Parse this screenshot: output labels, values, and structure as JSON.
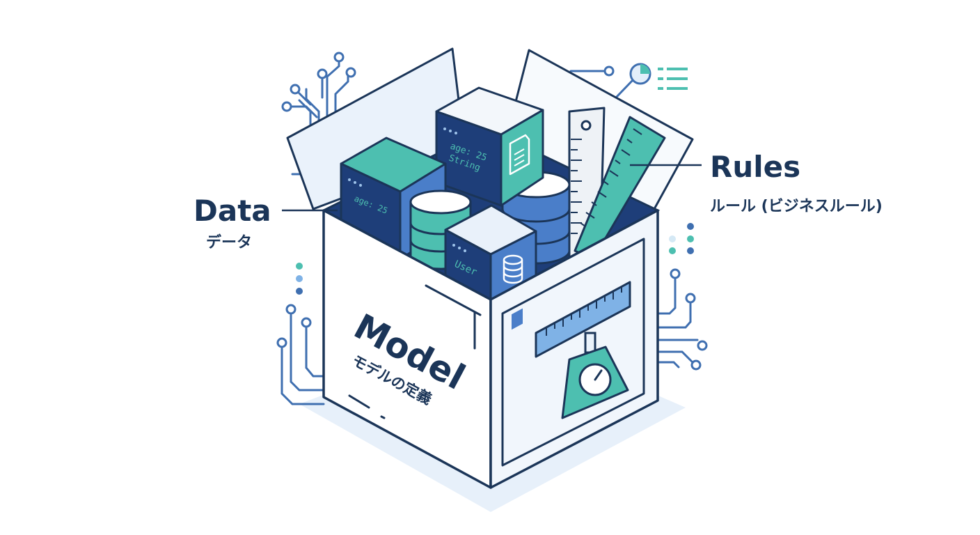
{
  "labels": {
    "data": {
      "title": "Data",
      "subtitle": "データ"
    },
    "rules": {
      "title": "Rules",
      "subtitle": "ルール (ビジネスルール)"
    },
    "model": {
      "title": "Model",
      "subtitle": "モデルの定義"
    }
  },
  "cubes": {
    "left": {
      "code": "age: 25"
    },
    "top": {
      "line1": "age: 25",
      "line2": "String"
    },
    "front": {
      "code": "User"
    }
  },
  "icons": [
    "circuit-left-icon",
    "circuit-right-icon",
    "pie-chart-icon",
    "list-icon",
    "document-icon",
    "database-icon",
    "ruler-icon",
    "scale-icon",
    "dot-column-icon"
  ],
  "colors": {
    "navy": "#1b3558",
    "teal": "#4dbfb0",
    "blue": "#4a7ec9",
    "light_blue": "#7fb2e6",
    "pale": "#e9f1fa"
  }
}
